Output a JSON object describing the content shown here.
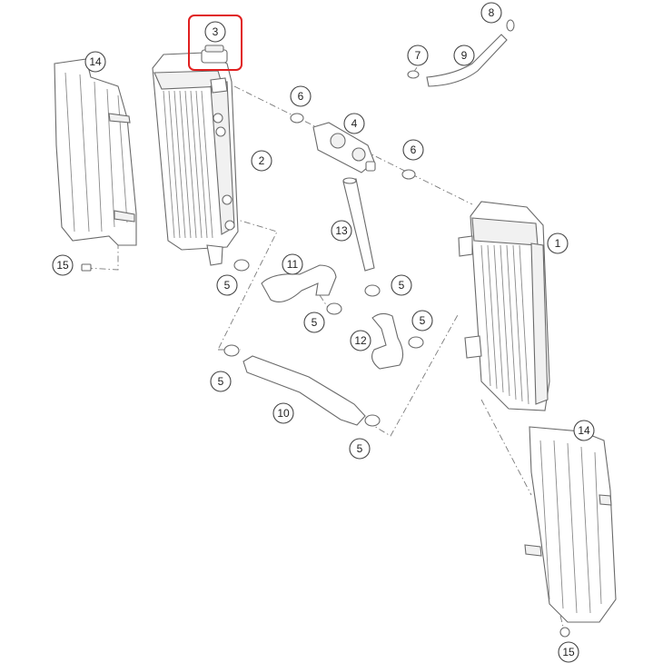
{
  "callouts": {
    "c1": "1",
    "c2": "2",
    "c3": "3",
    "c4": "4",
    "c5a": "5",
    "c5b": "5",
    "c5c": "5",
    "c5d": "5",
    "c5e": "5",
    "c5f": "5",
    "c6a": "6",
    "c6b": "6",
    "c7": "7",
    "c8": "8",
    "c9": "9",
    "c10": "10",
    "c11": "11",
    "c12": "12",
    "c13": "13",
    "c14a": "14",
    "c14b": "14",
    "c15a": "15",
    "c15b": "15"
  },
  "highlight": {
    "part": "3",
    "color": "#e02020"
  },
  "colors": {
    "line": "#6a6a6a",
    "background": "#ffffff"
  }
}
